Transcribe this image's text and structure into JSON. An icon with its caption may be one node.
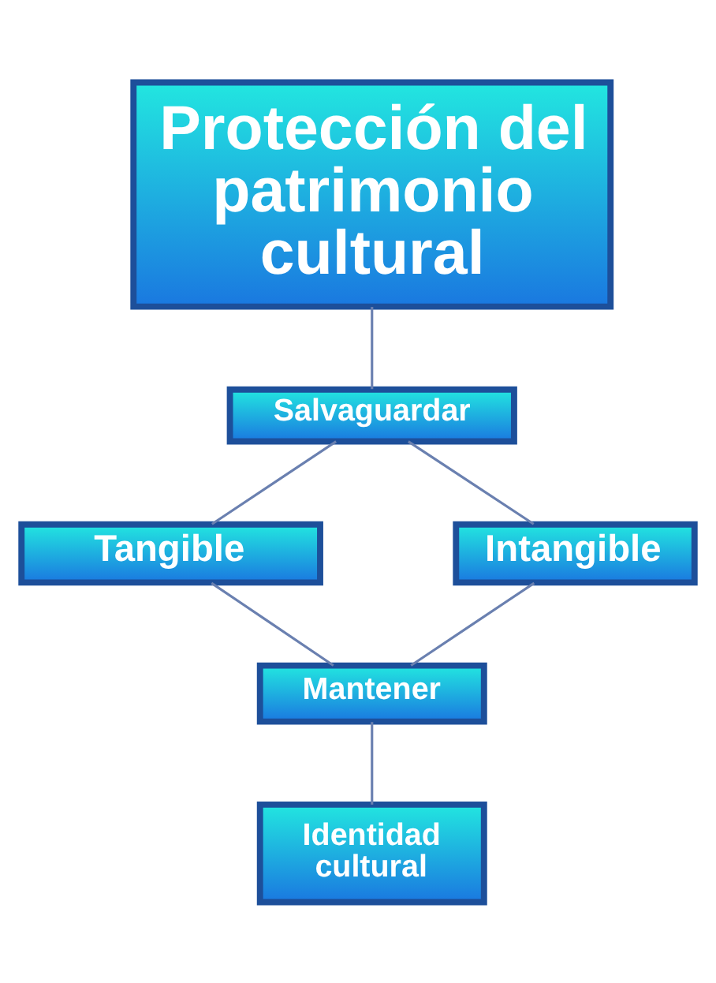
{
  "diagram": {
    "nodes": [
      {
        "text": [
          "Protección del patrimonio cultural"
        ]
      },
      {
        "text": [
          "Salvaguardar"
        ]
      },
      {
        "text": [
          "Tangible"
        ]
      },
      {
        "text": [
          "Intangible"
        ]
      },
      {
        "text": [
          "Mantener"
        ]
      },
      {
        "text": [
          "Identidad cultural"
        ]
      }
    ],
    "edges": [
      {
        "from": 0,
        "to": 1,
        "arrow": "none"
      },
      {
        "from": 1,
        "to": 2,
        "arrow": "none"
      },
      {
        "from": 1,
        "to": 3,
        "arrow": "none"
      },
      {
        "from": 2,
        "to": 4,
        "arrow": "none"
      },
      {
        "from": 3,
        "to": 4,
        "arrow": "none"
      },
      {
        "from": 4,
        "to": 5,
        "arrow": "none"
      }
    ]
  }
}
